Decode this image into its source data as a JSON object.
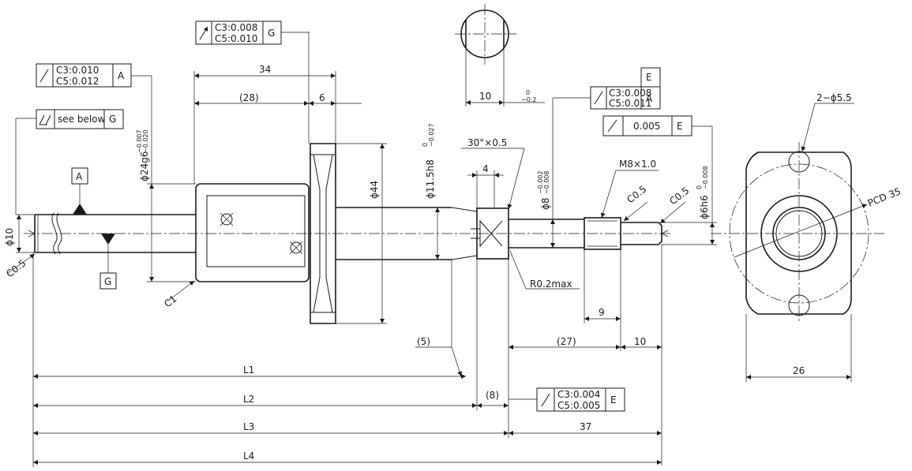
{
  "dimensions": {
    "d34": "34",
    "d28": "(28)",
    "d6": "6",
    "d44": "ϕ44",
    "d24": "ϕ24g6",
    "d24_upper": "−0.007",
    "d24_lower": "−0.020",
    "d10": "ϕ10",
    "c05_left": "C0.5",
    "c1": "C1",
    "d11": "ϕ11.5h8",
    "d11_upper": "0",
    "d11_lower": "−0.027",
    "chamfer": "30°×0.5",
    "d4": "4",
    "r02": "R0.2max",
    "d8": "ϕ8",
    "d8_upper": "−0.002",
    "d8_lower": "−0.008",
    "m8": "M8×1.0",
    "c05_mid": "C0.5",
    "c05_right": "C0.5",
    "d6h6": "ϕ6h6",
    "d6h6_upper": "0",
    "d6h6_lower": "−0.008",
    "d9": "9",
    "d27": "(27)",
    "d10r": "10",
    "d5": "(5)",
    "d8p": "(8)",
    "d37": "37",
    "L1": "L1",
    "L2": "L2",
    "L3": "L3",
    "L4": "L4",
    "d10top": "10",
    "d10top_upper": "0",
    "d10top_lower": "−0.2",
    "holes": "2−ϕ5.5",
    "pcd": "PCD 35",
    "d26": "26"
  },
  "tolerance_frames": {
    "f_g_top": {
      "line1": "C3:0.008",
      "line2": "C5:0.010",
      "datum": "G"
    },
    "f_a_left": {
      "line1": "C3:0.010",
      "line2": "C5:0.012",
      "datum": "A"
    },
    "f_see_below": {
      "text": "see below",
      "datum": "G"
    },
    "f_e_right": {
      "line1": "C3:0.008",
      "line2": "C5:0.011",
      "datum": "A",
      "extra": "E"
    },
    "f_e_005": {
      "value": "0.005",
      "datum": "E"
    },
    "f_e_bottom": {
      "line1": "C3:0.004",
      "line2": "C5:0.005",
      "datum": "E"
    }
  },
  "datums": {
    "a": "A",
    "g": "G"
  }
}
